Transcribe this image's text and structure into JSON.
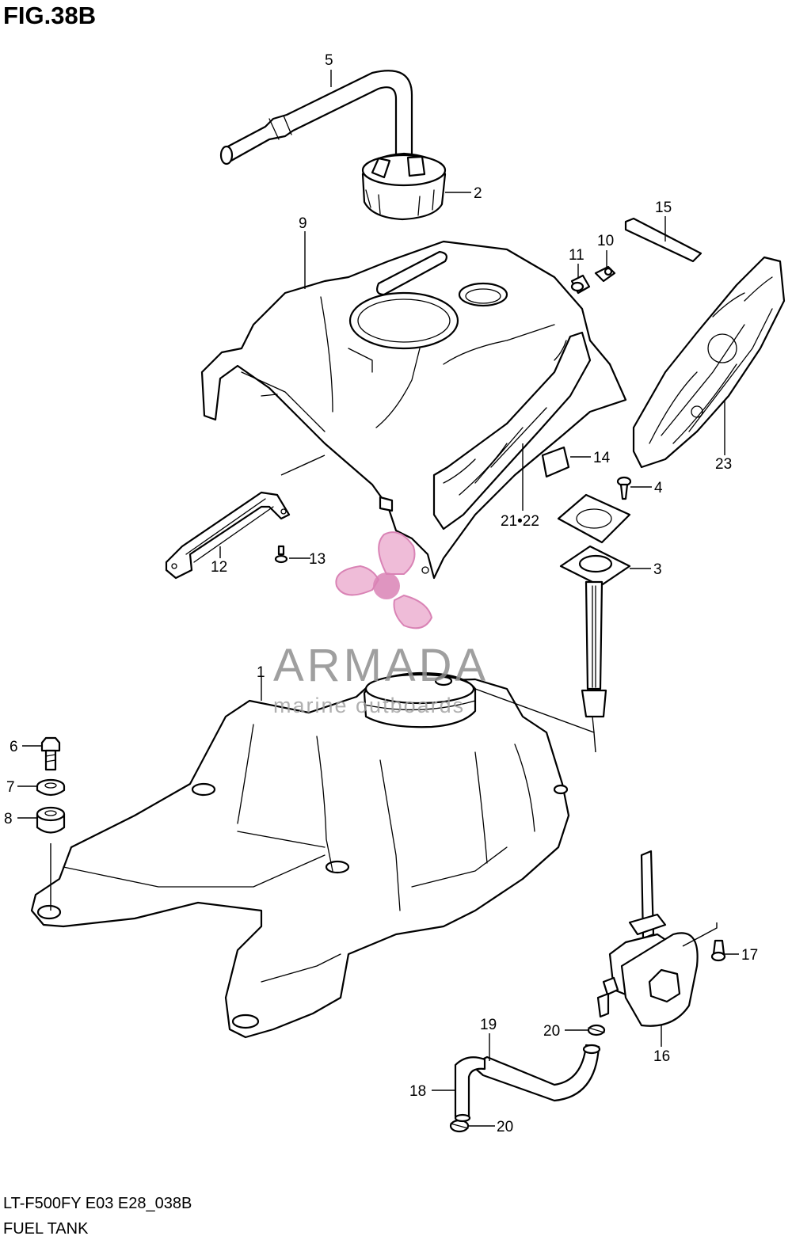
{
  "figure": {
    "title": "FIG.38B",
    "model_code": "LT-F500FY E03 E28_038B",
    "section_name": "FUEL TANK"
  },
  "callouts": {
    "c1": "1",
    "c2": "2",
    "c3": "3",
    "c4": "4",
    "c5": "5",
    "c6": "6",
    "c7": "7",
    "c8": "8",
    "c9": "9",
    "c10": "10",
    "c11": "11",
    "c12": "12",
    "c13": "13",
    "c14": "14",
    "c15": "15",
    "c16": "16",
    "c17": "17",
    "c18": "18",
    "c19": "19",
    "c20a": "20",
    "c20b": "20",
    "c21_22": "21•22",
    "c23": "23"
  },
  "watermark": {
    "brand": "ARMADA",
    "tagline": "marine outboards",
    "logo_color": "#e8a0c8",
    "logo_center_color": "#d983b5"
  },
  "colors": {
    "line": "#000000",
    "background": "#ffffff"
  }
}
